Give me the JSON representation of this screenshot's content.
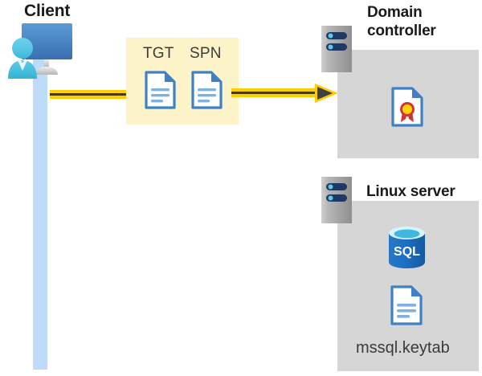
{
  "diagram": {
    "title_alt": "Kerberos authentication flow: Client requests TGT and SPN from Domain controller; Linux server holds SQL instance and mssql.keytab",
    "colors": {
      "arrow_yellow": "#ffcc00",
      "arrow_head": "#404040",
      "highlight_box": "#fdf3c8",
      "panel_gray": "#d6d6d6",
      "lifeline_blue": "#bfdbfb",
      "doc_blue": "#3e81c8",
      "sql_blue": "#1b6ec2",
      "server_gray": "#9d9d9d",
      "server_pill": "#1f3864",
      "seal_yellow": "#ffd400",
      "seal_red": "#d13438",
      "text_dark": "#1a1a1a",
      "text_body": "#3b3b3b"
    }
  },
  "client": {
    "label": "Client",
    "icon": "user-at-monitor-icon"
  },
  "exchange": {
    "tgt_label": "TGT",
    "spn_label": "SPN",
    "tgt_icon": "document-icon",
    "spn_icon": "document-icon",
    "arrow_icon": "right-arrow-icon"
  },
  "domain_controller": {
    "label": "Domain\ncontroller",
    "server_icon": "server-rack-icon",
    "contents": [
      {
        "icon": "certificate-document-icon",
        "caption": ""
      }
    ]
  },
  "linux_server": {
    "label": "Linux server",
    "server_icon": "server-rack-icon",
    "contents": [
      {
        "icon": "sql-database-icon",
        "caption": ""
      },
      {
        "icon": "document-icon",
        "caption": "mssql.keytab"
      }
    ],
    "keytab_caption": "mssql.keytab"
  }
}
